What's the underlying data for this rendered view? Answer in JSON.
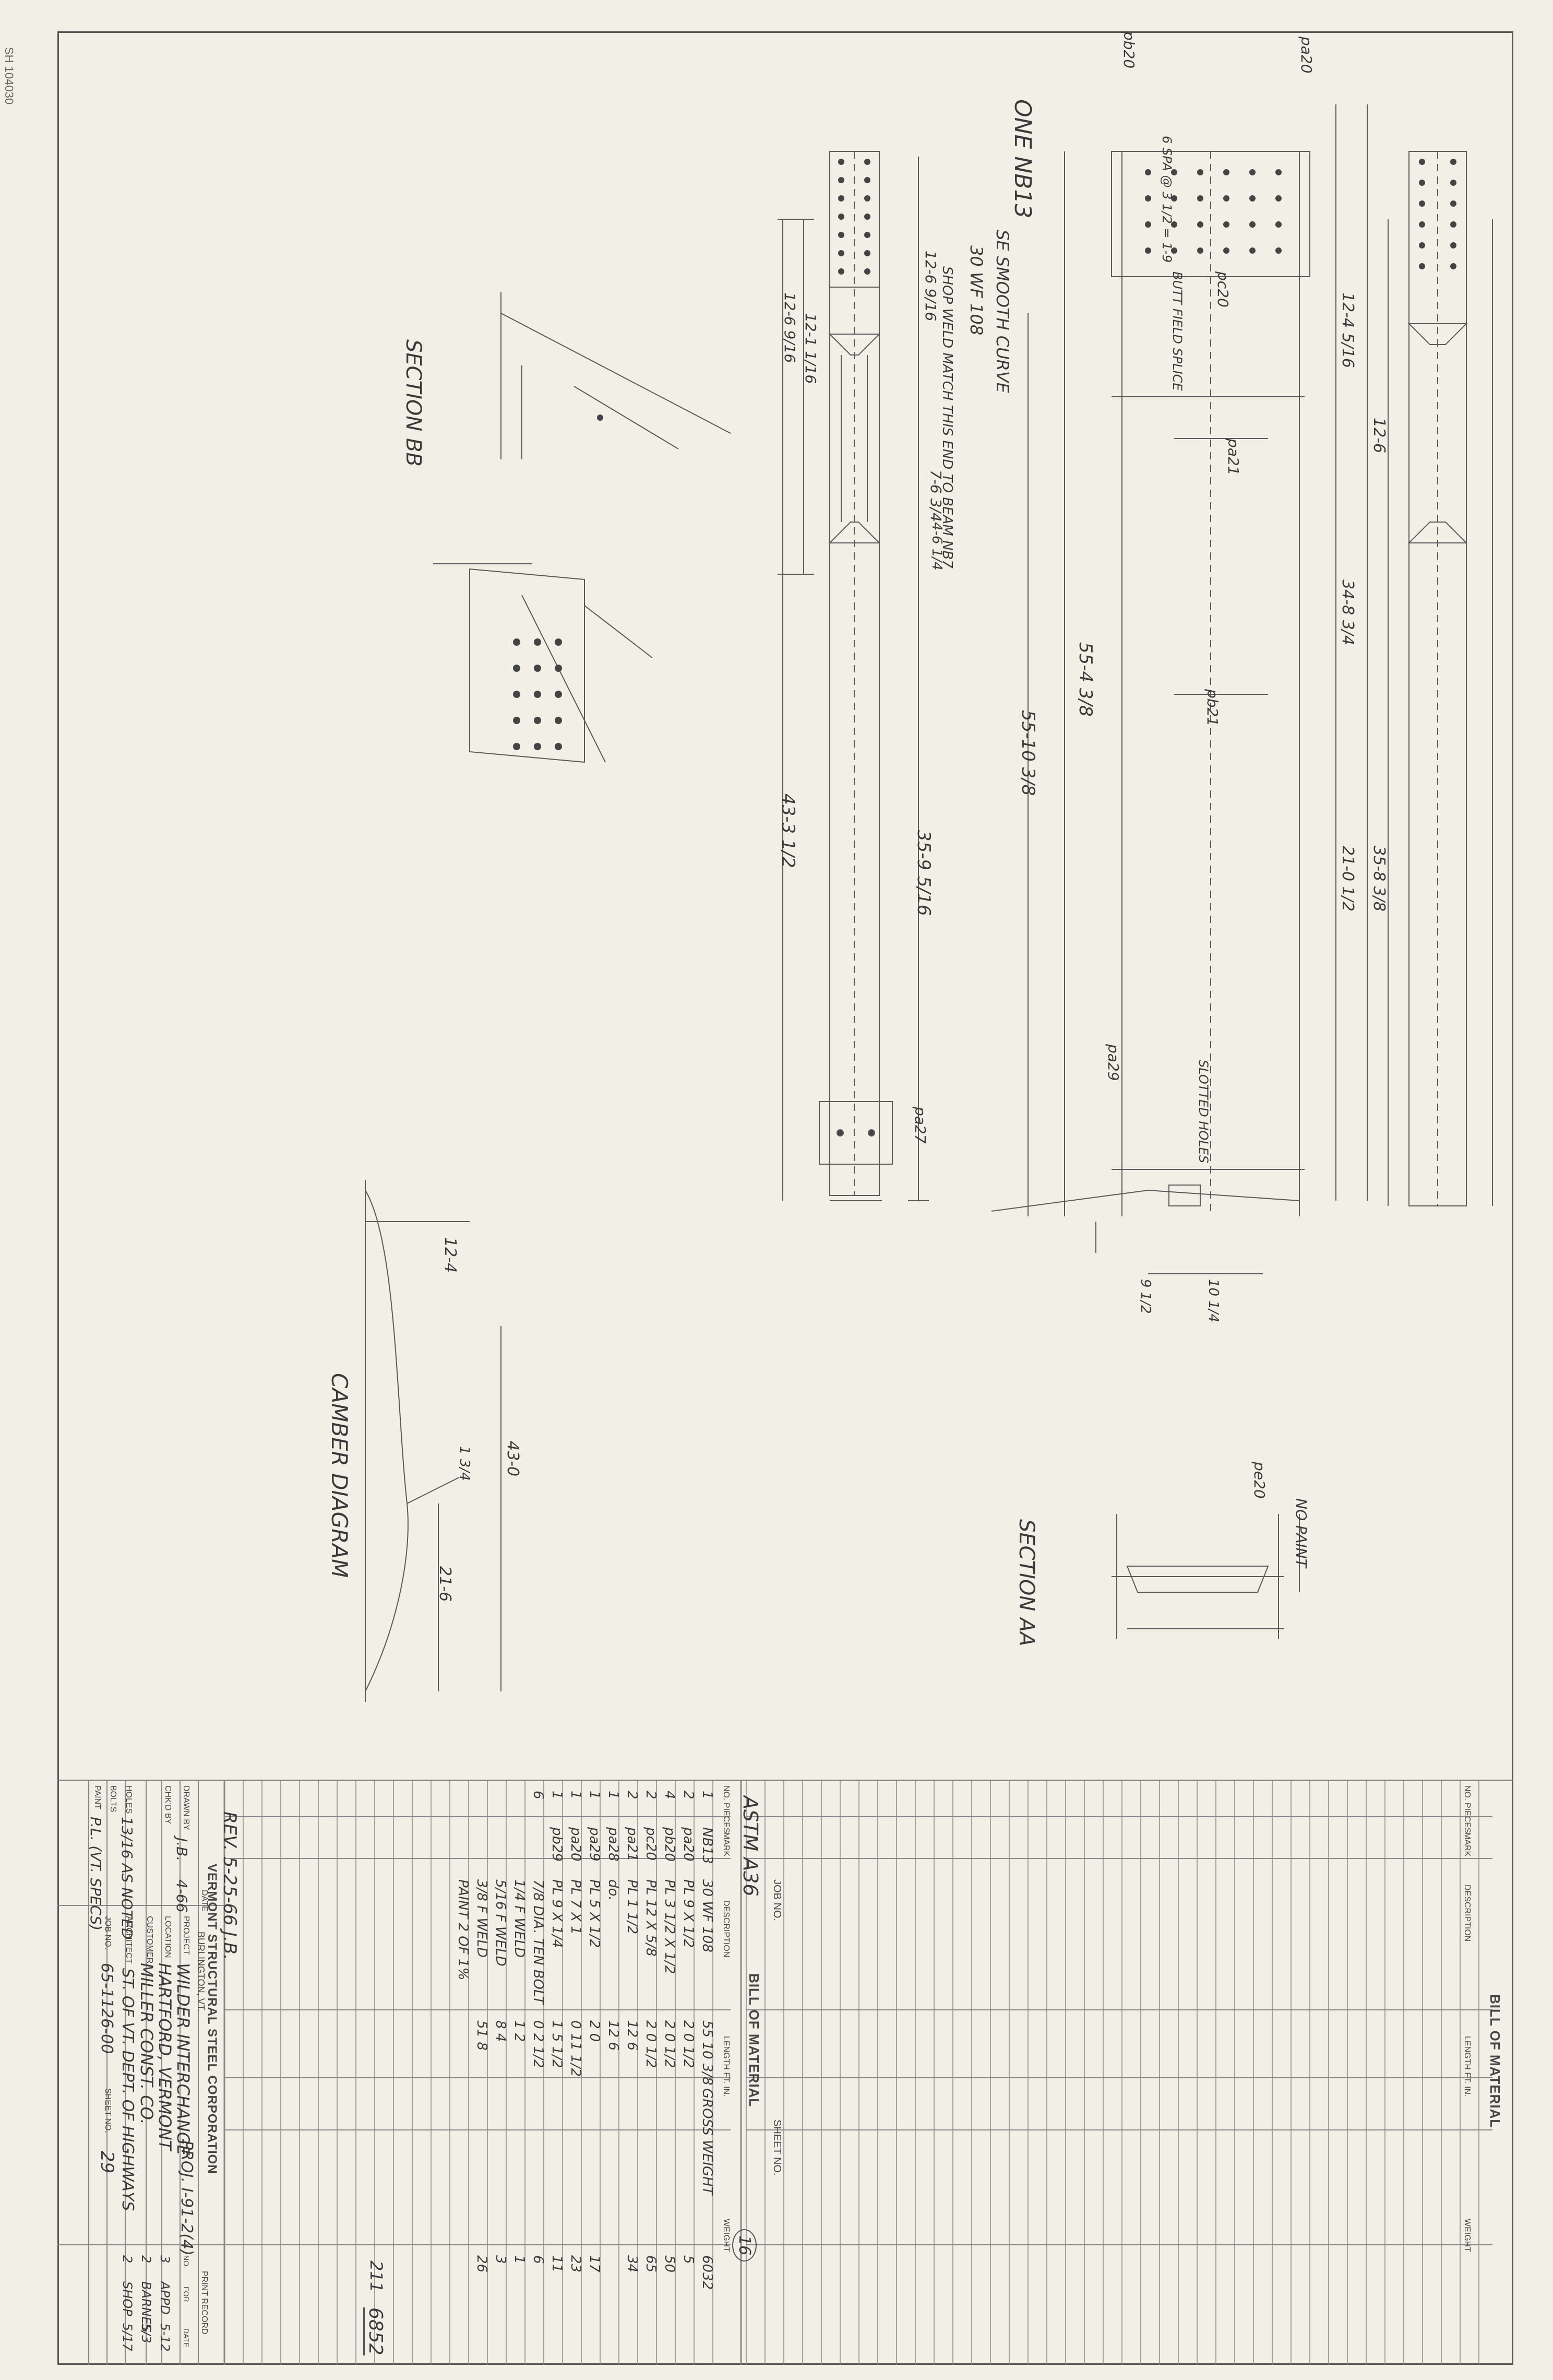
{
  "edge_note": "SH 104030",
  "views": {
    "section_bb": "SECTION BB",
    "section_aa": "SECTION AA",
    "camber_diagram": "CAMBER DIAGRAM",
    "camber_dims": [
      "12-4",
      "43-0",
      "21-6",
      "1 3/4"
    ]
  },
  "beam_notes": {
    "mark": "ONE NB13",
    "section": "30 WF 108",
    "smooth_curve": "SE SMOOTH CURVE",
    "shop_notes": "SHOP WELD  MATCH THIS END TO BEAM NB7",
    "butt_weld": "BUTT FIELD SPLICE",
    "no_paint": "NO PAINT",
    "spacing": "6 SPA @ 3 1/2 = 1-9",
    "slotted_holes": "SLOTTED HOLES"
  },
  "dims": [
    "12-1 1/16",
    "12-6 9/16",
    "12-6 9/16",
    "7-6 3/4",
    "55-4 3/8",
    "55-10 3/8",
    "43-3 1/2",
    "35-9 5/16",
    "12-4 5/16",
    "12-6",
    "34-8 3/4",
    "21-0 1/2",
    "35-8 3/8",
    "4-6 1/4",
    "9 1/2",
    "10 1/4"
  ],
  "plates": [
    "pa20",
    "pa21",
    "pa29",
    "pb20",
    "pb21",
    "pc20",
    "pa27",
    "pe20"
  ],
  "bill_right": {
    "title": "BILL OF MATERIAL",
    "columns": [
      "NO. PIECES",
      "MARK",
      "DESCRIPTION",
      "LENGTH FT. IN.",
      "WEIGHT"
    ]
  },
  "bill_left": {
    "title": "BILL OF MATERIAL",
    "job_no_label": "JOB NO.",
    "sheet_no_label": "SHEET NO.",
    "spec": "ASTM A36",
    "page_circle": "16",
    "columns": [
      "NO. PIECES",
      "MARK",
      "DESCRIPTION",
      "LENGTH FT. IN.",
      "WEIGHT"
    ],
    "rows": [
      {
        "no": "1",
        "mark": "NB13",
        "desc": "30 WF 108",
        "len": "55 10 3/8",
        "remarks": "GROSS WEIGHT",
        "weight": "6032"
      },
      {
        "no": "2",
        "mark": "pa20",
        "desc": "PL 9 X 1/2",
        "len": "2 0 1/2",
        "remarks": "",
        "weight": "5"
      },
      {
        "no": "4",
        "mark": "pb20",
        "desc": "PL 3 1/2 X 1/2",
        "len": "2 0 1/2",
        "remarks": "",
        "weight": "50"
      },
      {
        "no": "2",
        "mark": "pc20",
        "desc": "PL 12 X 5/8",
        "len": "2 0 1/2",
        "remarks": "",
        "weight": "65"
      },
      {
        "no": "2",
        "mark": "pa21",
        "desc": "PL 1 1/2",
        "len": "12 6",
        "remarks": "",
        "weight": "34"
      },
      {
        "no": "1",
        "mark": "pa28",
        "desc": "do.",
        "len": "12 6",
        "remarks": "",
        "weight": ""
      },
      {
        "no": "1",
        "mark": "pa29",
        "desc": "PL 5 X 1/2",
        "len": "2 0",
        "remarks": "",
        "weight": "17"
      },
      {
        "no": "1",
        "mark": "pa20",
        "desc": "PL 7 X 1",
        "len": "0 11 1/2",
        "remarks": "",
        "weight": "23"
      },
      {
        "no": "1",
        "mark": "pb29",
        "desc": "PL 9 X 1/4",
        "len": "1 5 1/2",
        "remarks": "",
        "weight": "11"
      },
      {
        "no": "6",
        "mark": "",
        "desc": "7/8 DIA. TEN BOLT",
        "len": "0 2 1/2",
        "remarks": "",
        "weight": "6"
      },
      {
        "no": "",
        "mark": "",
        "desc": "1/4 F WELD",
        "len": "1 2",
        "remarks": "",
        "weight": "1"
      },
      {
        "no": "",
        "mark": "",
        "desc": "5/16 F WELD",
        "len": "8 4",
        "remarks": "",
        "weight": "3"
      },
      {
        "no": "",
        "mark": "",
        "desc": "3/8 F WELD",
        "len": "51 8",
        "remarks": "",
        "weight": "26"
      },
      {
        "no": "",
        "mark": "",
        "desc": "PAINT 2 OF 1%",
        "len": "",
        "remarks": "",
        "weight": ""
      }
    ],
    "total_sub": "211",
    "total": "6852"
  },
  "title_block": {
    "rev": "REV. 5-25-66 J.B.",
    "company": "VERMONT STRUCTURAL STEEL CORPORATION",
    "city": "BURLINGTON, VT.",
    "drawn_by_label": "DRAWN BY",
    "drawn_by": "J.B.",
    "date_label": "DATE",
    "date": "4-66",
    "chkd_label": "CHK'D BY",
    "chkd": "",
    "project_label": "PROJECT",
    "project": "WILDER INTERCHANGE",
    "project_ref": "PROJ. I-91-2(4)",
    "location_label": "LOCATION",
    "location": "HARTFORD, VERMONT",
    "customer_label": "CUSTOMER",
    "customer": "MILLER CONST. CO.",
    "holes_label": "HOLES",
    "holes": "13/16 AS NOTED",
    "architect_label": "ARCHITECT",
    "architect": "ST. OF VT. DEPT. OF HIGHWAYS",
    "bolts_label": "BOLTS",
    "bolts": "",
    "paint_label": "PAINT",
    "paint": "P.L. (VT. SPECS)",
    "job_no_label": "JOB NO.",
    "job_no": "65-1126-00",
    "sheet_no_label": "SHEET NO.",
    "sheet_no": "29",
    "print_record_label": "PRINT RECORD",
    "print_cols": [
      "NO.",
      "FOR",
      "DATE"
    ],
    "print_rows": [
      {
        "no": "3",
        "for": "APPD",
        "date": "5-12"
      },
      {
        "no": "2",
        "for": "BARNES",
        "date": "5/3"
      },
      {
        "no": "2",
        "for": "SHOP",
        "date": "5/17"
      }
    ]
  }
}
